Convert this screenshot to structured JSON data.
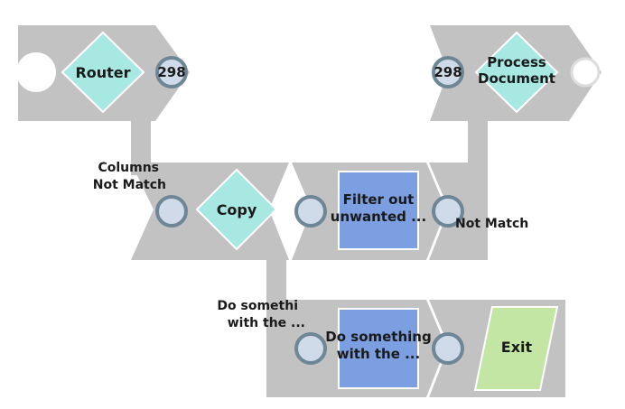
{
  "nodes": {
    "router": {
      "label": "Router",
      "count": "298"
    },
    "process_document": {
      "label_line1": "Process",
      "label_line2": "Document",
      "count": "298"
    },
    "copy": {
      "label": "Copy"
    },
    "filter": {
      "label_line1": "Filter out",
      "label_line2": "unwanted ..."
    },
    "do_something": {
      "label_line1": "Do something",
      "label_line2": "with the ..."
    },
    "exit": {
      "label": "Exit"
    }
  },
  "route_labels": {
    "columns_not_match_line1": "Columns",
    "columns_not_match_line2": "Not Match",
    "not_match": "Not Match",
    "do_something_line1": "Do somethi",
    "do_something_line2": "with the ..."
  },
  "colors": {
    "pipe": "#c2c2c2",
    "diamond": "#a7e8e2",
    "blue_box": "#7b9fe0",
    "exit": "#c3e6a5",
    "port_ring": "#6e8796",
    "port_fill": "#cfdbe8"
  }
}
